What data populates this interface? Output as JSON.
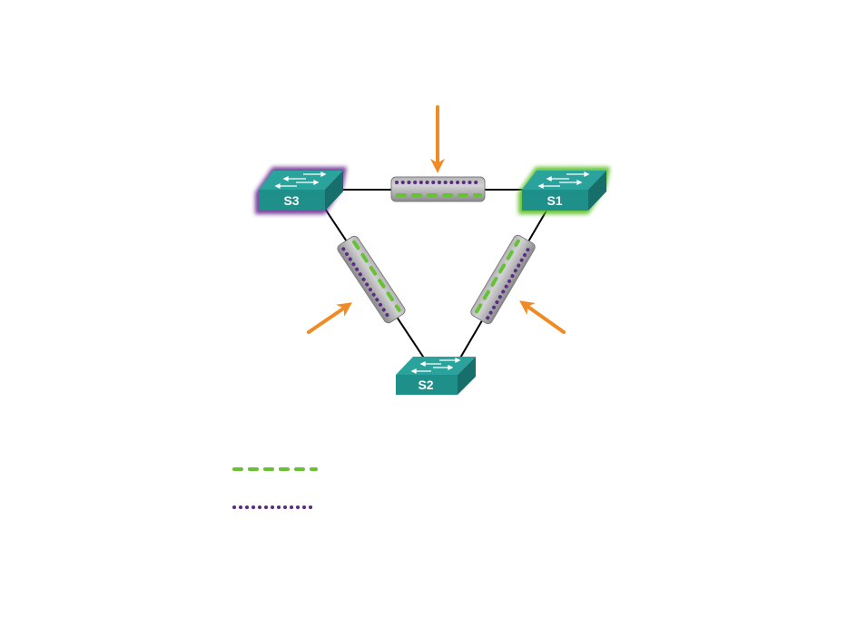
{
  "diagram": {
    "type": "network-topology-triangle",
    "colors": {
      "switch_face": "#1f8f8a",
      "switch_top": "#2aa39d",
      "switch_side": "#176f6b",
      "link_line": "#000000",
      "trunk_body": "#9a9a9c",
      "trunk_highlight": "#c8c8ca",
      "vlan_green": "#66c133",
      "vlan_purple": "#5b2d82",
      "arrow": "#f08a24",
      "glow_purple": "#6a2d91",
      "glow_green": "#5dc12a"
    },
    "switches": [
      {
        "id": "S3",
        "label": "S3",
        "highlight": "purple"
      },
      {
        "id": "S1",
        "label": "S1",
        "highlight": "green"
      },
      {
        "id": "S2",
        "label": "S2",
        "highlight": "none"
      }
    ],
    "links": [
      {
        "from": "S3",
        "to": "S1",
        "trunk": true,
        "vlans": [
          "green-dashed",
          "purple-dotted"
        ],
        "arrow": true
      },
      {
        "from": "S3",
        "to": "S2",
        "trunk": true,
        "vlans": [
          "green-dashed",
          "purple-dotted"
        ],
        "arrow": true
      },
      {
        "from": "S1",
        "to": "S2",
        "trunk": true,
        "vlans": [
          "green-dashed",
          "purple-dotted"
        ],
        "arrow": true
      }
    ],
    "legend": [
      {
        "style": "green-dashed",
        "label": ""
      },
      {
        "style": "purple-dotted",
        "label": ""
      }
    ]
  }
}
